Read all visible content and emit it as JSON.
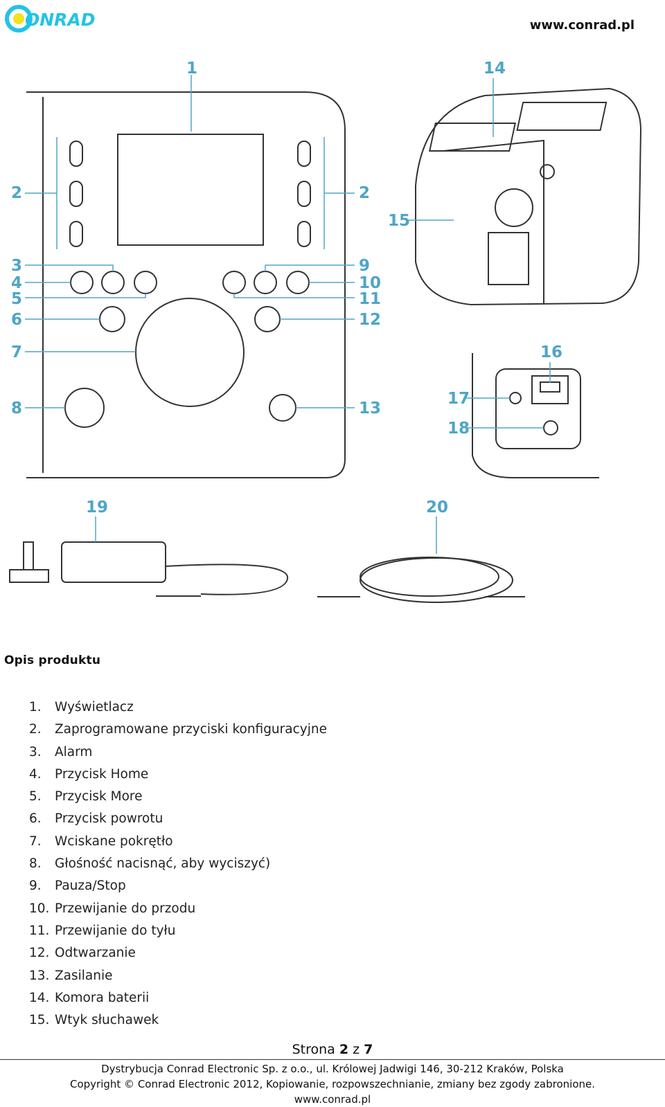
{
  "header": {
    "logo_text": "CONRAD",
    "website": "www.conrad.pl"
  },
  "diagram": {
    "labels": [
      "1",
      "2",
      "2",
      "3",
      "4",
      "5",
      "6",
      "7",
      "8",
      "9",
      "10",
      "11",
      "12",
      "13",
      "14",
      "15",
      "16",
      "17",
      "18",
      "19",
      "20"
    ]
  },
  "section": {
    "title": "Opis produktu",
    "items": [
      {
        "num": "1.",
        "text": "Wyświetlacz"
      },
      {
        "num": "2.",
        "text": "Zaprogramowane przyciski konfiguracyjne"
      },
      {
        "num": "3.",
        "text": "Alarm"
      },
      {
        "num": "4.",
        "text": "Przycisk Home"
      },
      {
        "num": "5.",
        "text": "Przycisk More"
      },
      {
        "num": "6.",
        "text": "Przycisk powrotu"
      },
      {
        "num": "7.",
        "text": "Wciskane pokrętło"
      },
      {
        "num": "8.",
        "text": "Głośność nacisnąć, aby wyciszyć)"
      },
      {
        "num": "9.",
        "text": "Pauza/Stop"
      },
      {
        "num": "10.",
        "text": "Przewijanie do przodu"
      },
      {
        "num": "11.",
        "text": "Przewijanie do tyłu"
      },
      {
        "num": "12.",
        "text": "Odtwarzanie"
      },
      {
        "num": "13.",
        "text": "Zasilanie"
      },
      {
        "num": "14.",
        "text": "Komora baterii"
      },
      {
        "num": "15.",
        "text": "Wtyk słuchawek"
      }
    ]
  },
  "page": {
    "prefix": "Strona",
    "current": "2",
    "separator": "z",
    "total": "7"
  },
  "footer": {
    "line1": "Dystrybucja Conrad Electronic Sp. z o.o., ul. Królowej Jadwigi 146, 30-212 Kraków, Polska",
    "line2": "Copyright © Conrad Electronic 2012, Kopiowanie, rozpowszechnianie, zmiany bez zgody zabronione.",
    "line3": "www.conrad.pl"
  },
  "colors": {
    "accent": "#4ea5c8",
    "logo_cyan": "#22c3e6",
    "logo_yellow": "#f4e21a"
  }
}
